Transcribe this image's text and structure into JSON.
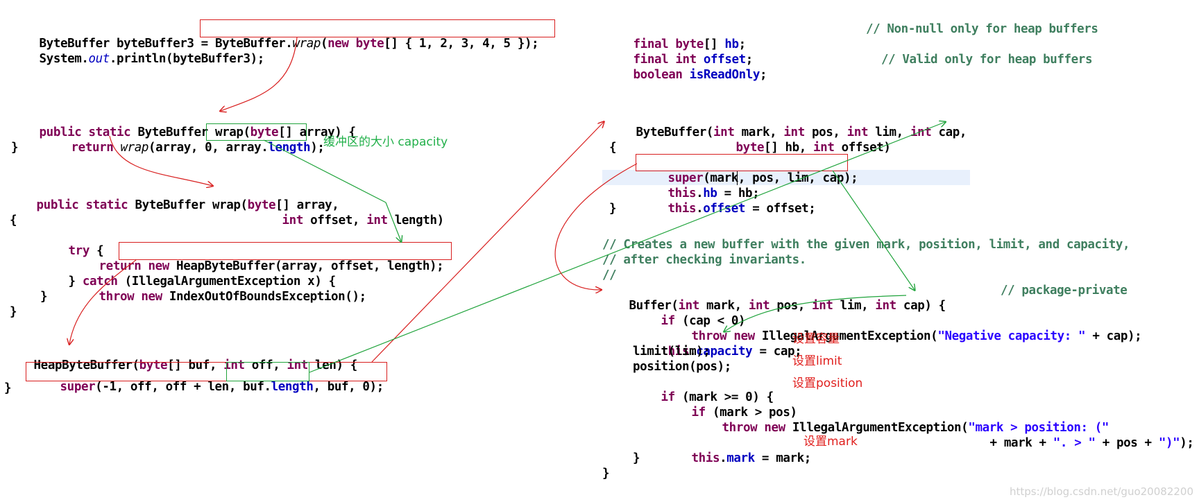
{
  "left_code": {
    "l1": {
      "a": "ByteBuffer byteBuffer3 = ",
      "b": "ByteBuffer.",
      "c": "wrap",
      "d": "(",
      "e": "new byte",
      "f": "[] { 1, 2, 3, 4, 5 });"
    },
    "l2": {
      "a": "System.",
      "b": "out",
      "c": ".println(byteBuffer3);"
    },
    "l3": {
      "a": "public static",
      "b": " ByteBuffer wrap(",
      "c": "byte",
      "d": "[] array) {"
    },
    "l4": {
      "a": "return ",
      "b": "wrap",
      "c": "(array, 0, ",
      "d": "array.",
      "e": "length",
      "f": ");"
    },
    "l5": {
      "a": "}"
    },
    "l6": {
      "a": "public static",
      "b": " ByteBuffer wrap(",
      "c": "byte",
      "d": "[] array,"
    },
    "l7": {
      "a": "int",
      "b": " offset, ",
      "c": "int",
      "d": " length)"
    },
    "l8": {
      "a": "{"
    },
    "l9": {
      "a": "try",
      "b": " {"
    },
    "l10": {
      "a": "return ",
      "b": "new",
      "c": " HeapByteBuffer(array, offset, length);"
    },
    "l11": {
      "a": "} ",
      "b": "catch",
      "c": " (IllegalArgumentException x) {"
    },
    "l12": {
      "a": "throw new",
      "b": " IndexOutOfBoundsException();"
    },
    "l13": {
      "a": "}"
    },
    "l14": {
      "a": "}"
    },
    "l15": {
      "a": "HeapByteBuffer(",
      "b": "byte",
      "c": "[] buf, ",
      "d": "int",
      "e": " off, ",
      "f": "int",
      "g": " len) {"
    },
    "l16": {
      "a": "super",
      "b": "(-1, off, off + len, ",
      "c": "buf.",
      "d": "length",
      "e": ", buf, 0);"
    },
    "l17": {
      "a": "}"
    }
  },
  "right_code": {
    "r1": {
      "a": "final byte",
      "b": "[] ",
      "c": "hb",
      "d": ";",
      "e": "// Non-null only for heap buffers"
    },
    "r2": {
      "a": "final int ",
      "b": "offset",
      "c": ";"
    },
    "r3": {
      "a": "boolean ",
      "b": "isReadOnly",
      "c": ";",
      "d": "// Valid only for heap buffers"
    },
    "r4": {
      "a": "ByteBuffer(",
      "b": "int",
      "c": " mark, ",
      "d": "int",
      "e": " pos, ",
      "f": "int",
      "g": " lim, ",
      "h": "int",
      "i": " cap,"
    },
    "r5": {
      "a": "byte",
      "b": "[] hb, ",
      "c": "int",
      "d": " offset)"
    },
    "r6": {
      "a": "{"
    },
    "r7": {
      "a": "super",
      "b": "(mark, pos, lim, cap);"
    },
    "r8": {
      "a": "this",
      "b": ".",
      "c": "hb",
      "d": " = hb;"
    },
    "r9": {
      "a": "this",
      "b": ".",
      "c": "offset",
      "d": " = offset;"
    },
    "r10": {
      "a": "}"
    },
    "r11": {
      "a": "// Creates a new buffer with the given mark, position, limit, and capacity,"
    },
    "r12": {
      "a": "// after checking invariants."
    },
    "r13": {
      "a": "//"
    },
    "r14": {
      "a": "Buffer(",
      "b": "int",
      "c": " mark, ",
      "d": "int",
      "e": " pos, ",
      "f": "int",
      "g": " lim, ",
      "h": "int",
      "i": " cap) {",
      "j": "// package-private"
    },
    "r15": {
      "a": "if",
      "b": " (cap < 0)"
    },
    "r16": {
      "a": "throw new",
      "b": " IllegalArgumentException(",
      "c": "\"Negative capacity: \"",
      "d": " + cap);"
    },
    "r17": {
      "a": "this",
      "b": ".",
      "c": "capacity",
      "d": " = cap;"
    },
    "r18": {
      "a": "limit(lim);"
    },
    "r19": {
      "a": "position(pos);"
    },
    "r20": {
      "a": "if",
      "b": " (mark >= 0) {"
    },
    "r21": {
      "a": "if",
      "b": " (mark > pos)"
    },
    "r22": {
      "a": "throw new",
      "b": " IllegalArgumentException(",
      "c": "\"mark > position: (\""
    },
    "r23": {
      "a": "+ mark + ",
      "b": "\". > \"",
      "c": " + pos + ",
      "d": "\")\"",
      "e": ");"
    },
    "r24": {
      "a": "this",
      "b": ".",
      "c": "mark",
      "d": " = mark;"
    },
    "r25": {
      "a": "}"
    },
    "r26": {
      "a": "}"
    }
  },
  "annotations": {
    "capacity": "缓冲区的大小 capacity",
    "set_capacity": "设置容量",
    "set_limit": "设置limit",
    "set_position": "设置position",
    "set_mark": "设置mark"
  },
  "watermark": "https://blog.csdn.net/guo20082200",
  "colors": {
    "keyword": "#7f0055",
    "field": "#0000c0",
    "string": "#2a00ff",
    "comment": "#3f7f5f",
    "red_box": "#d81e1e",
    "green_box": "#1fa33b"
  }
}
